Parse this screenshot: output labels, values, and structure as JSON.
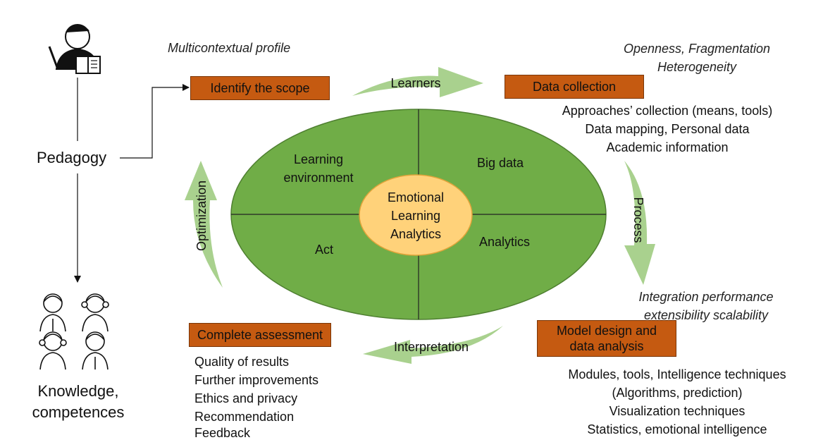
{
  "colors": {
    "ellipse_fill": "#70ad47",
    "ellipse_stroke": "#4e7f30",
    "core_fill": "#ffd27a",
    "core_stroke": "#e0a43a",
    "box_fill": "#c55a11",
    "arrow_fill": "#a9d18e"
  },
  "icons": {
    "teacher": "teacher-icon",
    "students": "students-icon"
  },
  "left": {
    "pedagogy": "Pedagogy",
    "knowledge_line1": "Knowledge,",
    "knowledge_line2": "competences"
  },
  "labels": {
    "multicontextual": "Multicontextual profile",
    "openness_line1": "Openness, Fragmentation",
    "openness_line2": "Heterogeneity",
    "integration_line1": "Integration performance",
    "integration_line2": "extensibility scalability"
  },
  "boxes": {
    "identify": "Identify the scope",
    "data_collection": "Data collection",
    "model_line1": "Model design and",
    "model_line2": "data analysis",
    "assessment": "Complete assessment"
  },
  "arrows": {
    "learners": "Learners",
    "process": "Process",
    "interpretation": "Interpretation",
    "optimization": "Optimization"
  },
  "ellipse": {
    "learning_env_line1": "Learning",
    "learning_env_line2": "environment",
    "big_data": "Big data",
    "act": "Act",
    "analytics": "Analytics",
    "core_line1": "Emotional",
    "core_line2": "Learning",
    "core_line3": "Analytics"
  },
  "data_collection_items": [
    "Approaches’ collection (means, tools)",
    "Data mapping, Personal data",
    "Academic information"
  ],
  "model_items": [
    "Modules, tools, Intelligence techniques",
    "(Algorithms, prediction)",
    "Visualization techniques",
    "Statistics, emotional intelligence"
  ],
  "assessment_items": [
    "Quality of results",
    "Further improvements",
    "Ethics and privacy",
    "Recommendation",
    "Feedback"
  ]
}
